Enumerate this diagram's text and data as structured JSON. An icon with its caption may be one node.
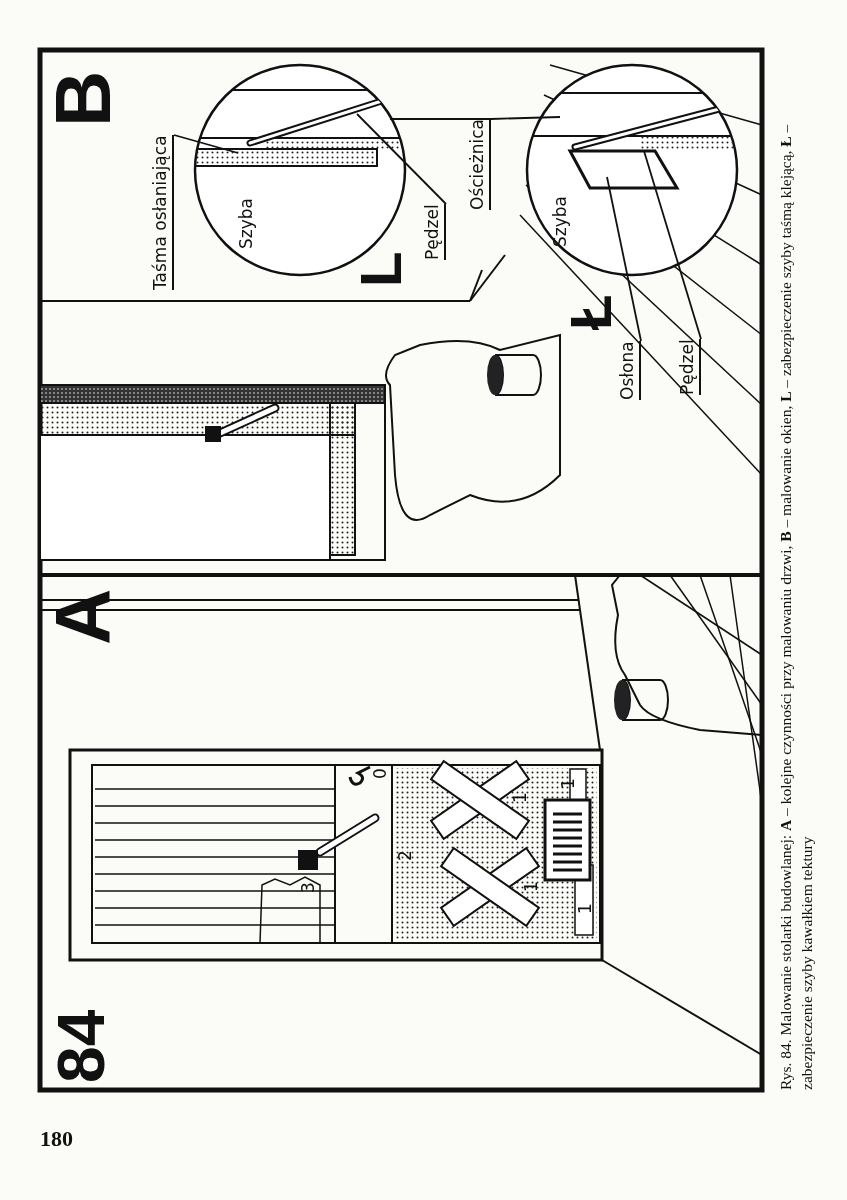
{
  "diagram": {
    "caption": "Rys. 84. Malowanie stolarki budowlanej: **A** – kolejne czynności przy malowaniu drzwi, **B** – malowanie okien, **L** – zabezpieczenie szyby taśmą klejącą, **Ł** – zabezpieczenie szyby kawałkiem tektury",
    "nodes": [
      {
        "text": [
          "Taśma osłaniająca"
        ]
      },
      {
        "text": [
          "Pędzel"
        ]
      },
      {
        "text": [
          "Ościeżnica"
        ]
      },
      {
        "text": [
          "Osłona"
        ]
      },
      {
        "text": [
          "Pędzel"
        ]
      }
    ],
    "edges": [
      {
        "from": 0,
        "to": null,
        "arrow": "none"
      },
      {
        "from": 1,
        "to": null,
        "arrow": "none"
      },
      {
        "from": 2,
        "to": null,
        "arrow": "none"
      },
      {
        "from": 2,
        "to": null,
        "arrow": "none"
      },
      {
        "from": 3,
        "to": null,
        "arrow": "none"
      },
      {
        "from": 4,
        "to": null,
        "arrow": "none"
      }
    ],
    "labels": [
      "84",
      "A",
      "3",
      "0",
      "2",
      "1",
      "1",
      "1",
      "1",
      "B",
      "Szyba",
      "L",
      "Szyba",
      "Ł",
      "180"
    ]
  }
}
